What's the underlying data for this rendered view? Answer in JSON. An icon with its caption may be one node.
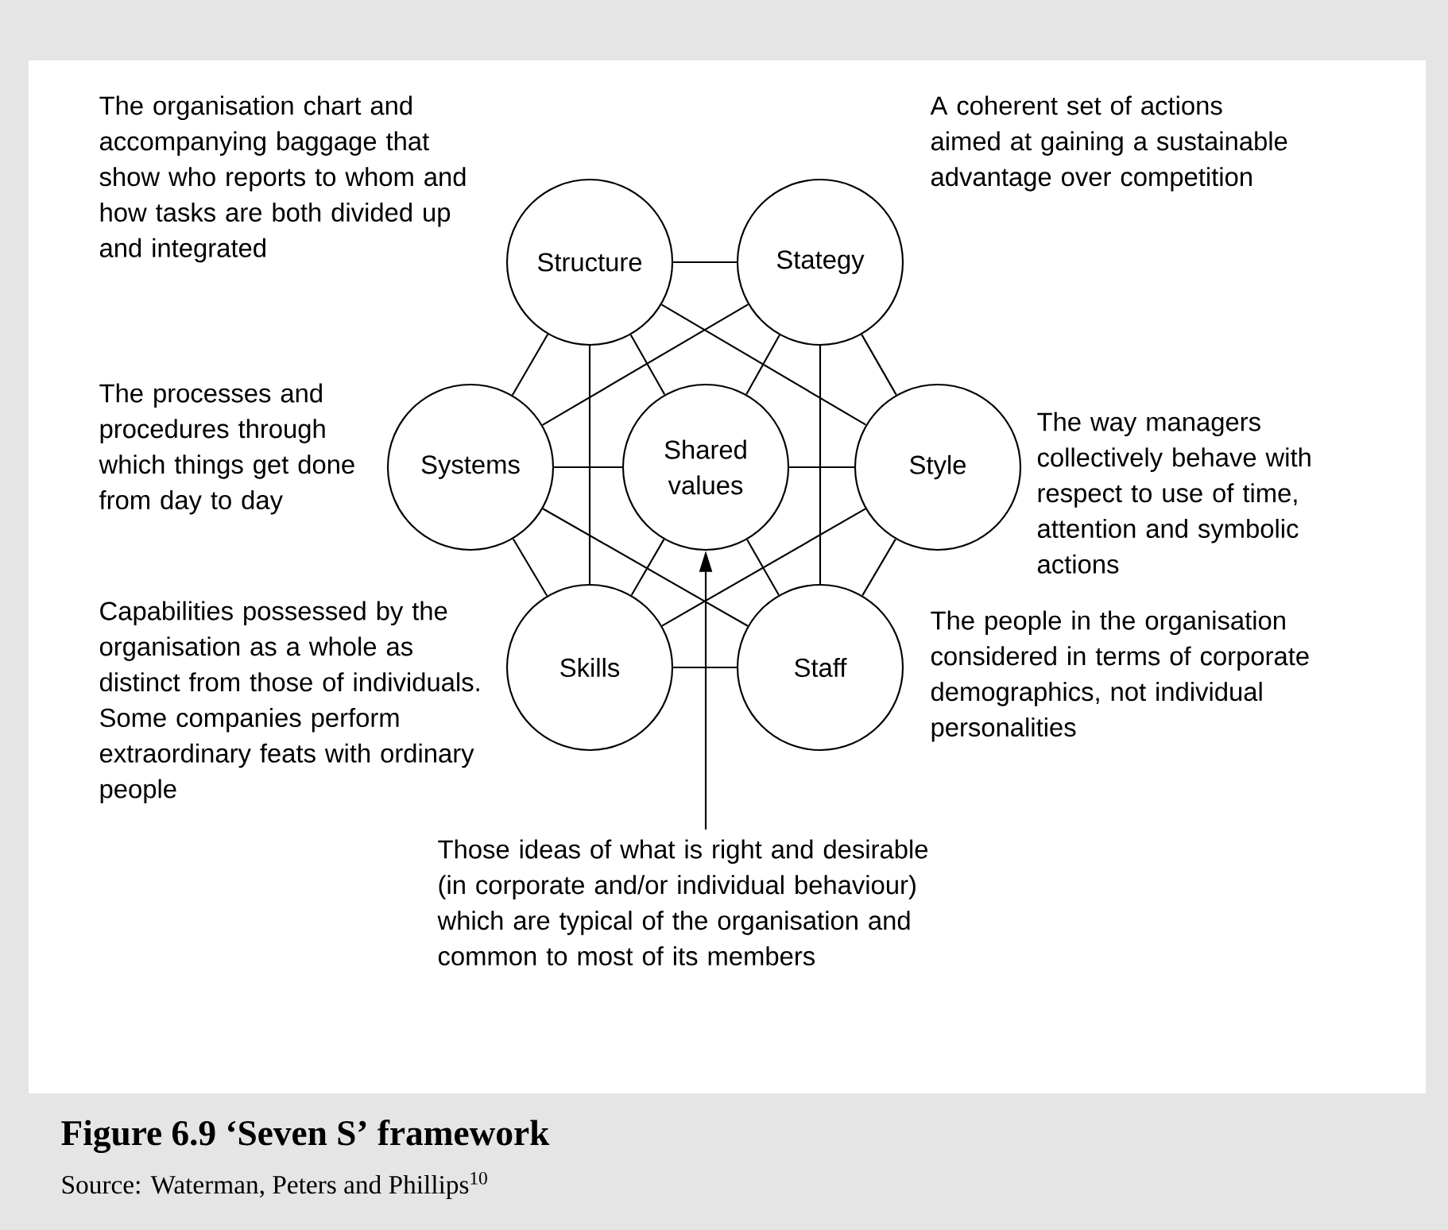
{
  "diagram": {
    "title": "Figure 6.9 ‘Seven S’ framework",
    "caption": "Source: Waterman, Peters and Phillips$^{10}$",
    "nodes": [
      {
        "text": [
          "Structure"
        ],
        "beside": [
          "The organisation chart and accompanying baggage that show who reports to whom and how tasks are both divided up and integrated"
        ]
      },
      {
        "text": [
          "Stategy"
        ],
        "beside": [
          "A coherent set of actions aimed at gaining a sustainable advantage over competition"
        ]
      },
      {
        "text": [
          "Systems"
        ],
        "beside": [
          "The processes and procedures through which things get done from day to day"
        ]
      },
      {
        "text": [
          "Shared values"
        ]
      },
      {
        "text": [
          "Style"
        ],
        "beside": [
          "The way managers collectively behave with respect to use of time, attention and symbolic actions"
        ]
      },
      {
        "text": [
          "Skills"
        ],
        "beside": [
          "Capabilities possessed by the organisation as a whole as distinct from those of individuals. Some companies perform extraordinary feats with ordinary people"
        ]
      },
      {
        "text": [
          "Staff"
        ],
        "beside": [
          "The people in the organisation considered in terms of corporate demographics, not individual personalities"
        ]
      },
      {
        "text": [
          "Those ideas of what is right and desirable (in corporate and/or individual behaviour) which are typical of the organisation and common to most of its members"
        ]
      }
    ],
    "edges": [
      {
        "from": 0,
        "to": 1,
        "arrow": "none"
      },
      {
        "from": 0,
        "to": 2,
        "arrow": "none"
      },
      {
        "from": 0,
        "to": 3,
        "arrow": "none"
      },
      {
        "from": 0,
        "to": 4,
        "arrow": "none"
      },
      {
        "from": 0,
        "to": 5,
        "arrow": "none"
      },
      {
        "from": 1,
        "to": 2,
        "arrow": "none"
      },
      {
        "from": 1,
        "to": 3,
        "arrow": "none"
      },
      {
        "from": 1,
        "to": 4,
        "arrow": "none"
      },
      {
        "from": 1,
        "to": 6,
        "arrow": "none"
      },
      {
        "from": 2,
        "to": 3,
        "arrow": "none"
      },
      {
        "from": 2,
        "to": 5,
        "arrow": "none"
      },
      {
        "from": 2,
        "to": 6,
        "arrow": "none"
      },
      {
        "from": 3,
        "to": 4,
        "arrow": "none"
      },
      {
        "from": 3,
        "to": 5,
        "arrow": "none"
      },
      {
        "from": 3,
        "to": 6,
        "arrow": "none"
      },
      {
        "from": 4,
        "to": 5,
        "arrow": "none"
      },
      {
        "from": 4,
        "to": 6,
        "arrow": "none"
      },
      {
        "from": 5,
        "to": 6,
        "arrow": "none"
      },
      {
        "from": 7,
        "to": 3,
        "arrow": "to"
      }
    ]
  }
}
